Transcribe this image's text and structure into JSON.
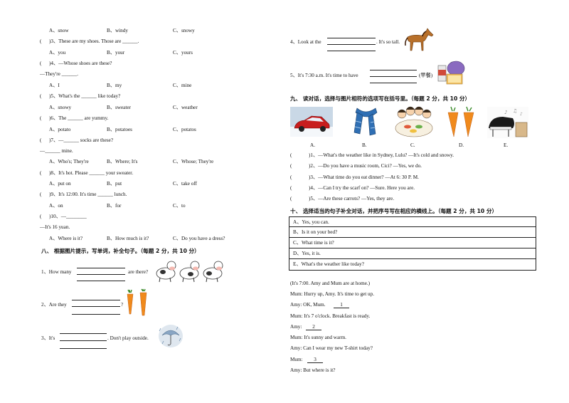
{
  "left": {
    "q2_opts": [
      "A、snow",
      "B、windy",
      "C、snowy"
    ],
    "q3": {
      "paren": "(",
      "text": ")3、These are my shoes. Those are ______.",
      "opts": [
        "A、you",
        "B、your",
        "C、yours"
      ]
    },
    "q4": {
      "paren": "(",
      "text": ")4、—Whose shoes are these?",
      "line2": "—They're ______.",
      "opts": [
        "A、I",
        "B、my",
        "C、mine"
      ]
    },
    "q5": {
      "paren": "(",
      "text": ")5、What's the ______ like today?",
      "opts": [
        "A、snowy",
        "B、sweater",
        "C、weather"
      ]
    },
    "q6": {
      "paren": "(",
      "text": ")6、The ______ are yummy.",
      "opts": [
        "A、potato",
        "B、potatoes",
        "C、potatos"
      ]
    },
    "q7": {
      "paren": "(",
      "text": ")7、—______ socks are these?",
      "line2": "—______ mine.",
      "opts": [
        "A、Who's; They're",
        "B、Where; It's",
        "C、Whose; They're"
      ]
    },
    "q8": {
      "paren": "(",
      "text": ")8、It's hot. Please ______ your sweater.",
      "opts": [
        "A、put on",
        "B、put",
        "C、take off"
      ]
    },
    "q9": {
      "paren": "(",
      "text": ")9、It's 12:00. It's time ______ lunch.",
      "opts": [
        "A、on",
        "B、for",
        "C、to"
      ]
    },
    "q10": {
      "paren": "(",
      "text": ")10、—________",
      "line2": "—It's 16 yuan.",
      "opts": [
        "A、Where is it?",
        "B、How much is it?",
        "C、Do you have a dress?"
      ]
    },
    "sec8_title": "八、 根据图片提示，写单词，补全句子。（每题 2 分，共 10 分）",
    "s8_1": {
      "pre": "1、How many",
      "post": "are there?"
    },
    "s8_2": {
      "pre": "2、Are they",
      "post": "?"
    },
    "s8_3": {
      "pre": "3、It's",
      "post": ". Don't play outside."
    }
  },
  "right": {
    "s8_4": {
      "pre": "4、Look at the",
      "post": ". It's so tall."
    },
    "s8_5": {
      "pre": "5、It's 7:30 a.m. It's time to have",
      "post": "(早餐)"
    },
    "sec9_title": "九、 读对话，选择与图片相符的选项写在括号里。（每题 2 分，共 10 分）",
    "pic_labels": [
      "A.",
      "B.",
      "C.",
      "D.",
      "E."
    ],
    "dialogs": [
      {
        "paren": "(",
        "text": ")1、—What's the weather like in Sydney, Lulu? —It's cold and snowy."
      },
      {
        "paren": "(",
        "text": ")2、—Do you have a music room, Cici? —Yes, we do."
      },
      {
        "paren": "(",
        "text": ")3、—What time do you eat dinner? —At 6: 30 P. M."
      },
      {
        "paren": "(",
        "text": ")4、—Can I try the scarf on? —Sure. Here you are."
      },
      {
        "paren": "(",
        "text": ")5、—Are these carrots? —Yes, they are."
      }
    ],
    "sec10_title": "十、 选择适当的句子补全对话，并把序号写在相应的横线上。（每题 2 分，共 10 分）",
    "box_items": [
      "A、Yes, you can.",
      "B、Is it on your bed?",
      "C、What time is it?",
      "D、Yes, it is.",
      "E、What's the weather like today?"
    ],
    "conversation": [
      "(It's 7:00. Amy and Mum are at home.)",
      "Mum: Hurry up, Amy. It's time to get up.",
      "Amy: OK, Mum.",
      "Mum: It's 7 o'clock. Breakfast is ready.",
      "Amy:",
      "Mum: It's sunny and warm.",
      "Amy: Can I wear my new T-shirt today?",
      "Mum:",
      "Amy: But where is it?"
    ],
    "blank_nums": [
      "1",
      "2",
      "3"
    ]
  },
  "icons": [
    "cow-icon",
    "carrot-icon",
    "umbrella-rain-icon",
    "horse-icon",
    "breakfast-icon",
    "car-snow-icon",
    "scarf-icon",
    "family-dinner-icon",
    "carrots-icon",
    "piano-room-icon"
  ]
}
